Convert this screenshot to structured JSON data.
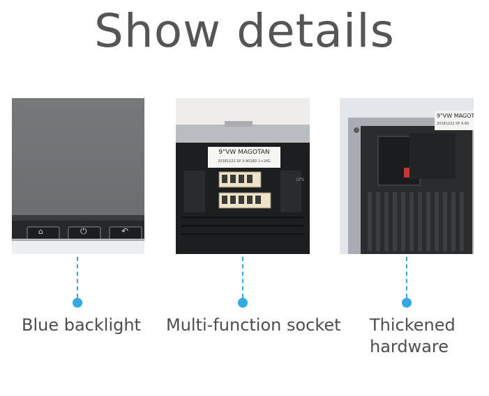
{
  "title": "Show details",
  "features": [
    {
      "caption": "Blue backlight",
      "photo_icons": [
        "home-icon",
        "power-icon",
        "back-icon"
      ]
    },
    {
      "caption": "Multi-function socket",
      "label_line1": "9\"VW MAGOTAN",
      "label_line2": "20181222 SP X-9018D 1+16G",
      "gps_text": "GPS"
    },
    {
      "caption_line1": "Thickened",
      "caption_line2": "hardware",
      "label_line1": "9\"VW MAGOT",
      "label_line2": "20181222 SP X-90"
    }
  ],
  "colors": {
    "accent": "#35a8df",
    "title_text": "#555555",
    "caption_text": "#4d4d4d"
  }
}
